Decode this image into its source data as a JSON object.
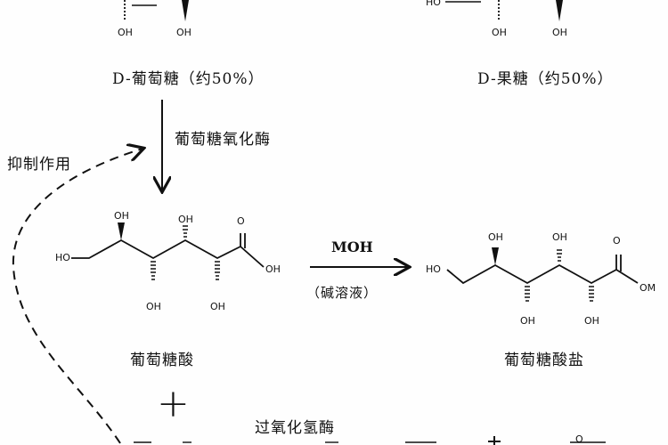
{
  "labels": {
    "d_glucose": "D-葡萄糖（约50%）",
    "d_fructose": "D-果糖（约50%）",
    "enzyme_glucose_oxidase": "葡萄糖氧化酶",
    "inhibition": "抑制作用",
    "gluconic_acid": "葡萄糖酸",
    "gluconate_salt": "葡萄糖酸盐",
    "reagent": "MOH",
    "reagent_condition": "（碱溶液）",
    "plus": "+",
    "enzyme_catalase": "过氧化氢酶"
  },
  "atoms": {
    "oh": "OH",
    "ho": "HO",
    "om": "OM",
    "o": "O"
  },
  "colors": {
    "ink": "#111111",
    "background": "#fefefe"
  }
}
